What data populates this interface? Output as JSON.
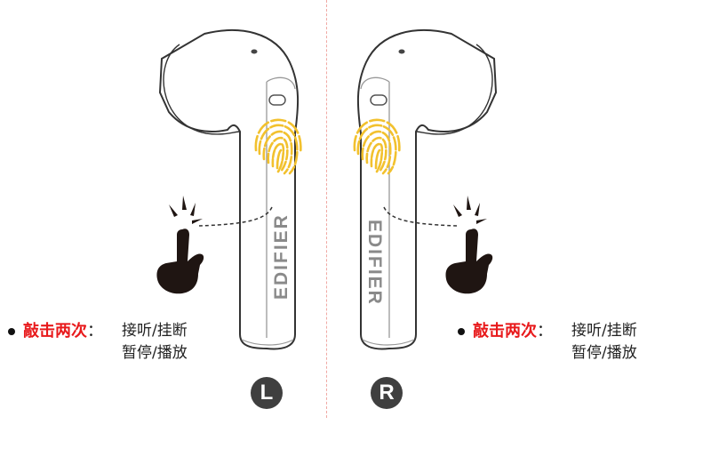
{
  "colors": {
    "accent_red": "#e8191b",
    "fingerprint_yellow": "#f2c12e",
    "divider": "#f0a9a4",
    "badge": "#3f3f3f",
    "outline": "#333333"
  },
  "left": {
    "badge": "L",
    "brand": "EDIFIER",
    "caption": {
      "gesture": "敲击两次",
      "colon": "：",
      "action_line1": "接听/挂断",
      "action_line2": "暂停/播放"
    }
  },
  "right": {
    "badge": "R",
    "brand": "EDIFIER",
    "caption": {
      "gesture": "敲击两次",
      "colon": "：",
      "action_line1": "接听/挂断",
      "action_line2": "暂停/播放"
    }
  }
}
